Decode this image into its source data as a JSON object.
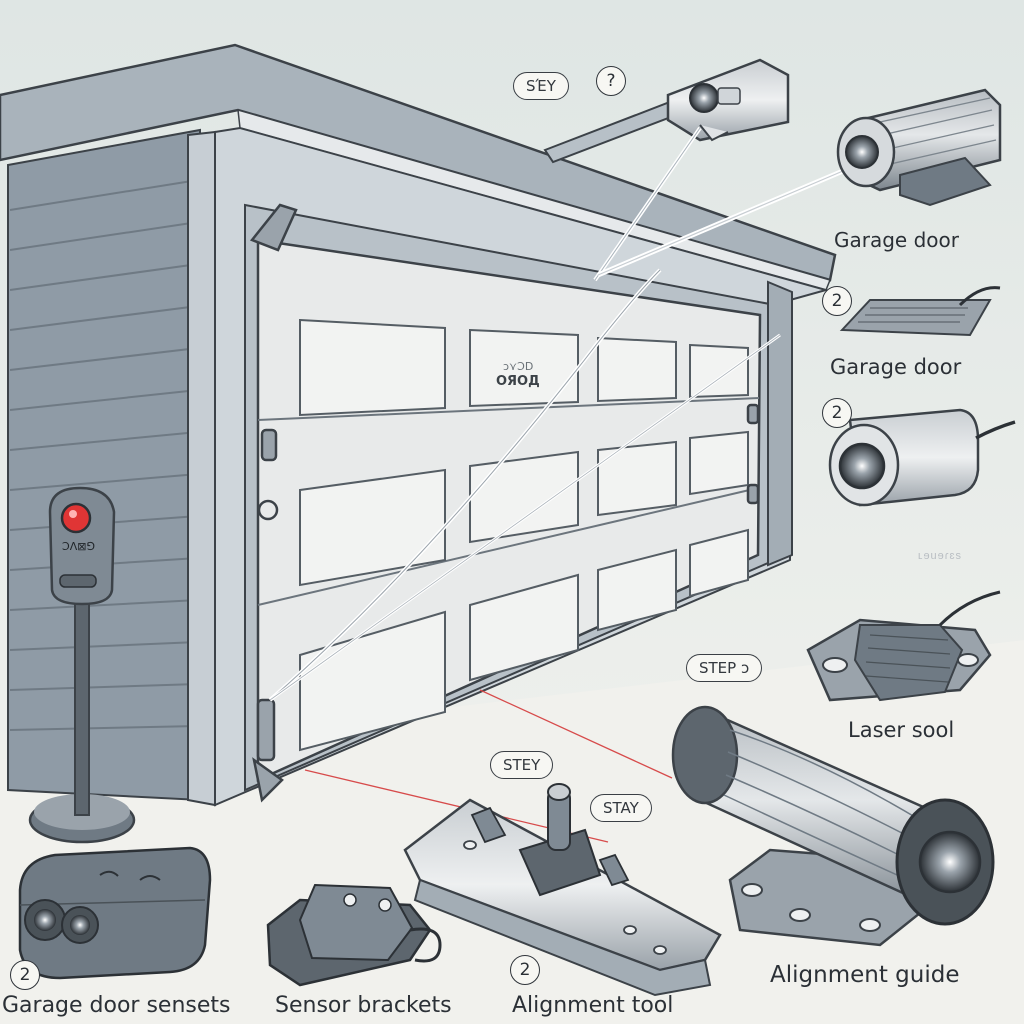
{
  "illustration": {
    "door_marking": {
      "line1": "ɔ⋎ƆD",
      "line2": "ОЯОД"
    },
    "remote_label": "ƆΛ⊠⅁",
    "faint_label": "ʟɘuɘɾɛs"
  },
  "step_bubbles": [
    {
      "id": "top",
      "text": "SΈY"
    },
    {
      "id": "right",
      "text": "STEP ɔ"
    },
    {
      "id": "bottom",
      "text": "STEY"
    },
    {
      "id": "bottom2",
      "text": "STAY"
    }
  ],
  "step_numbers": [
    "?",
    "2",
    "2",
    "2",
    "2"
  ],
  "captions": {
    "camera_top": "Garage door",
    "pad": "Garage door",
    "bracket": "Laser sool",
    "alignment_guide": "Alignment guide",
    "sensors": "Garage door sensets",
    "sensor_brackets": "Sensor brackets",
    "alignment_tool": "Alignment tool"
  },
  "colors": {
    "background": "#eef1ee",
    "siding": "#8e9aa5",
    "door": "#e8eaea",
    "outline": "#3c4248",
    "beam": "#ffffff",
    "laser_red": "#d74b4b",
    "sensor_light": "#e03535"
  }
}
